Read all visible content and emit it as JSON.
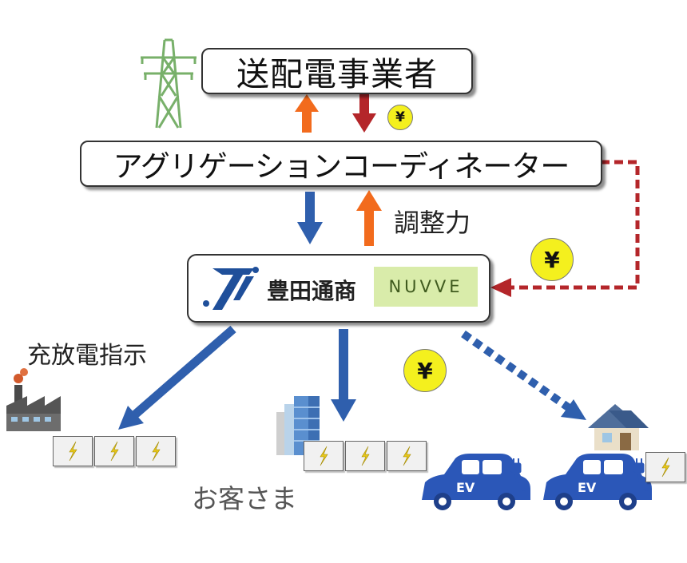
{
  "tso": {
    "label": "送配電事業者"
  },
  "aggregation_coordinator": {
    "label": "アグリゲーションコーディネーター"
  },
  "adjustment_label": "調整力",
  "charge_discharge_label": "充放電指示",
  "customer_label": "お客さま",
  "yen_symbol": "¥",
  "company_box": {
    "name": "豊田通商",
    "partner_logo": "NUVVE"
  },
  "ev_label": "EV",
  "colors": {
    "up_arrow": "#f26b1d",
    "down_arrow_red": "#b4262a",
    "blue_arrow": "#2f5fad",
    "dashed_red": "#b4262a",
    "yen_coin": "#f4f01e",
    "ev_car": "#2b57b8",
    "tower": "#7bb36a",
    "lightning": "#e8c81b"
  },
  "icons": [
    "transmission-tower-icon",
    "factory-icon",
    "office-building-icon",
    "house-icon",
    "ev-car-icon",
    "charging-plug-icon",
    "lightning-icon",
    "toyota-tsusho-logo"
  ]
}
